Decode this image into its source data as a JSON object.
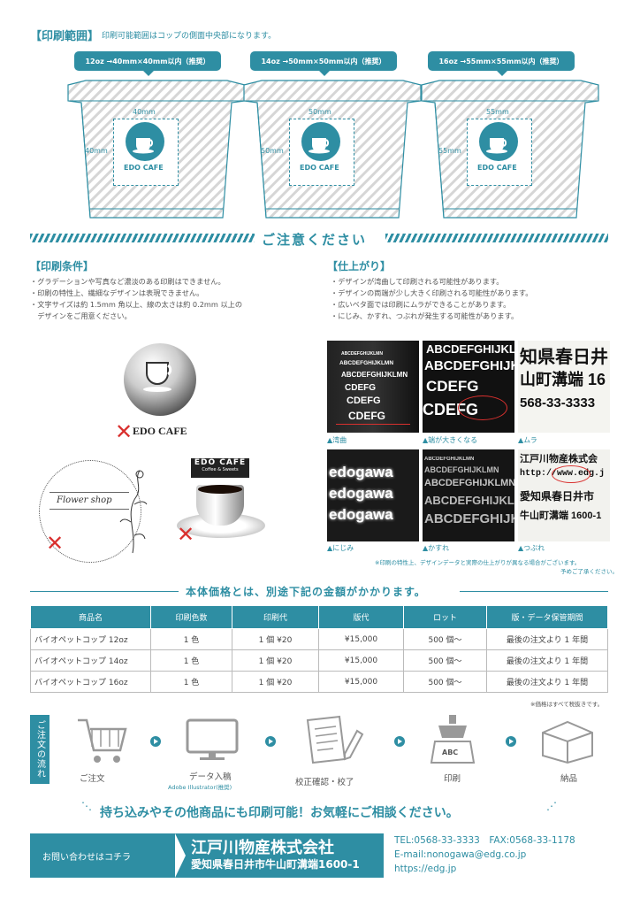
{
  "print_range": {
    "heading": "【印刷範囲】",
    "note": "印刷可能範囲はコップの側面中央部になります。",
    "cups": [
      {
        "label": "12oz →40mm×40mm以内（推奨）",
        "w": "40mm",
        "h": "40mm"
      },
      {
        "label": "14oz →50mm×50mm以内（推奨）",
        "w": "50mm",
        "h": "50mm"
      },
      {
        "label": "16oz →55mm×55mm以内（推奨）",
        "w": "55mm",
        "h": "55mm"
      }
    ],
    "logo_text": "EDO CAFE"
  },
  "caution": {
    "title": "ご注意ください"
  },
  "print_conditions": {
    "heading": "【印刷条件】",
    "items": [
      "・グラデーションや写真など濃淡のある印刷はできません。",
      "・印刷の特性上、繊細なデザインは表現できません。",
      "・文字サイズは約 1.5mm 角以上、線の太さは約 0.2mm 以上の",
      "　デザインをご用意ください。"
    ],
    "examples": {
      "logo_text": "EDO CAFE",
      "flower_text": "Flower shop",
      "edo_cafe_box": "EDO CAFE",
      "coffee_sweets": "Coffee & Sweets"
    }
  },
  "finish": {
    "heading": "【仕上がり】",
    "items": [
      "・デザインが湾曲して印刷される可能性があります。",
      "・デザインの両端が少し大きく印刷される可能性があります。",
      "・広いベタ面では印刷にムラができることがあります。",
      "・にじみ、かすれ、つぶれが発生する可能性があります。"
    ],
    "captions": [
      "▲湾曲",
      "▲端が大きくなる",
      "▲ムラ",
      "▲にじみ",
      "▲かすれ",
      "▲つぶれ"
    ],
    "photo_text": {
      "alpha": "ABCDEFGHIJKLMN",
      "efg": "CDEFG",
      "mura1": "知県春日井",
      "mura2": "山町溝端 16",
      "mura3": "568-33-3333",
      "edogawa": "edogawa",
      "tsubure1": "江戸川物産株式会",
      "tsubure2": "http://www.edg.j",
      "tsubure3": "愛知県春日井市",
      "tsubure4": "牛山町溝端 1600-1"
    },
    "footnote1": "※印刷の特性上、デザインデータと実際の仕上がりが異なる場合がございます。",
    "footnote2": "予めご了承ください。"
  },
  "price": {
    "title": "本体価格とは、別途下記の金額がかかります。",
    "headers": [
      "商品名",
      "印刷色数",
      "印刷代",
      "版代",
      "ロット",
      "版・データ保管期間"
    ],
    "rows": [
      [
        "バイオペットコップ 12oz",
        "1 色",
        "1 個 ¥20",
        "¥15,000",
        "500 個〜",
        "最後の注文より 1 年間"
      ],
      [
        "バイオペットコップ 14oz",
        "1 色",
        "1 個 ¥20",
        "¥15,000",
        "500 個〜",
        "最後の注文より 1 年間"
      ],
      [
        "バイオペットコップ 16oz",
        "1 色",
        "1 個 ¥20",
        "¥15,000",
        "500 個〜",
        "最後の注文より 1 年間"
      ]
    ],
    "note": "※価格はすべて税抜きです。"
  },
  "flow": {
    "side_label": "ご注文の流れ",
    "steps": [
      {
        "label": "ご注文",
        "icon": "cart-icon"
      },
      {
        "label": "データ入稿",
        "sub": "Adobe Illustrator(推奨)",
        "icon": "monitor-icon"
      },
      {
        "label": "校正確認・校了",
        "icon": "document-pen-icon"
      },
      {
        "label": "印刷",
        "icon": "print-press-icon"
      },
      {
        "label": "納品",
        "icon": "box-icon"
      }
    ],
    "abc": "ABC"
  },
  "bring_in": "持ち込みやその他商品にも印刷可能！お気軽にご相談ください。",
  "contact": {
    "tab": "お問い合わせはコチラ",
    "company": "江戸川物産株式会社",
    "address": "愛知県春日井市牛山町溝端1600-1",
    "tel_fax": "TEL:0568-33-3333　FAX:0568-33-1178",
    "email": "E-mail:nonogawa@edg.co.jp",
    "url": "https://edg.jp"
  },
  "colors": {
    "accent": "#2e8ea3",
    "alert": "#d9302e"
  }
}
